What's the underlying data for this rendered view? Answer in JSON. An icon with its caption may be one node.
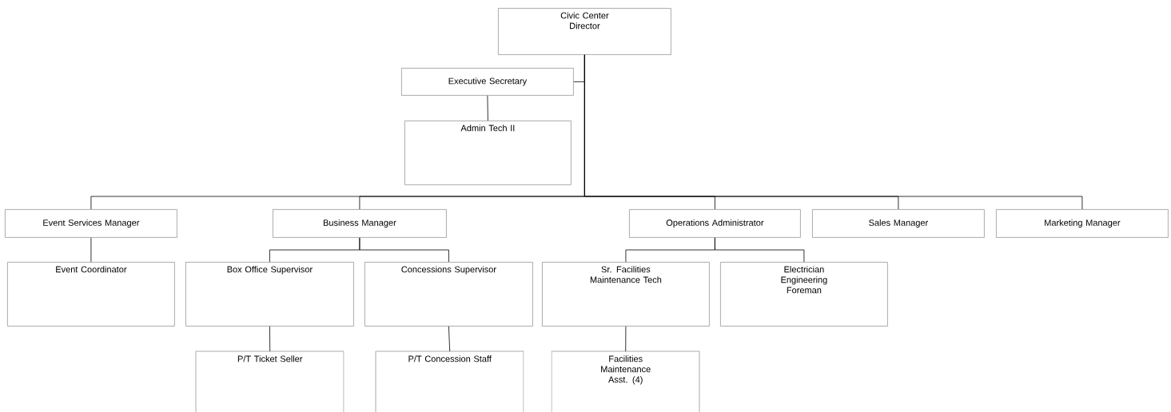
{
  "diagram": {
    "nodes": [
      {
        "text": [
          "Civic Center Director"
        ]
      },
      {
        "text": [
          "Executive Secretary"
        ]
      },
      {
        "text": [
          "Admin Tech II"
        ]
      },
      {
        "text": [
          "Event Services Manager"
        ]
      },
      {
        "text": [
          "Business Manager"
        ]
      },
      {
        "text": [
          "Operations Administrator"
        ]
      },
      {
        "text": [
          "Sales Manager"
        ]
      },
      {
        "text": [
          "Marketing Manager"
        ]
      },
      {
        "text": [
          "Event Coordinator"
        ]
      },
      {
        "text": [
          "Box Office Supervisor"
        ]
      },
      {
        "text": [
          "Concessions Supervisor"
        ]
      },
      {
        "text": [
          "Sr. Facilities Maintenance Tech"
        ]
      },
      {
        "text": [
          "Electrician Engineering Foreman"
        ]
      },
      {
        "text": [
          "P/T Ticket Seller"
        ]
      },
      {
        "text": [
          "P/T Concession Staff"
        ]
      },
      {
        "text": [
          "Facilities Maintenance Asst. (4)"
        ]
      }
    ],
    "edges": [
      {
        "from": 0,
        "to": 1,
        "arrow": "none"
      },
      {
        "from": 1,
        "to": 2,
        "arrow": "none"
      },
      {
        "from": 0,
        "to": 3,
        "arrow": "none"
      },
      {
        "from": 0,
        "to": 4,
        "arrow": "none"
      },
      {
        "from": 0,
        "to": 5,
        "arrow": "none"
      },
      {
        "from": 0,
        "to": 6,
        "arrow": "none"
      },
      {
        "from": 0,
        "to": 7,
        "arrow": "none"
      },
      {
        "from": 3,
        "to": 8,
        "arrow": "none"
      },
      {
        "from": 4,
        "to": 9,
        "arrow": "none"
      },
      {
        "from": 4,
        "to": 10,
        "arrow": "none"
      },
      {
        "from": 5,
        "to": 11,
        "arrow": "none"
      },
      {
        "from": 5,
        "to": 12,
        "arrow": "none"
      },
      {
        "from": 9,
        "to": 13,
        "arrow": "none"
      },
      {
        "from": 10,
        "to": 14,
        "arrow": "none"
      },
      {
        "from": 11,
        "to": 15,
        "arrow": "none"
      }
    ]
  }
}
